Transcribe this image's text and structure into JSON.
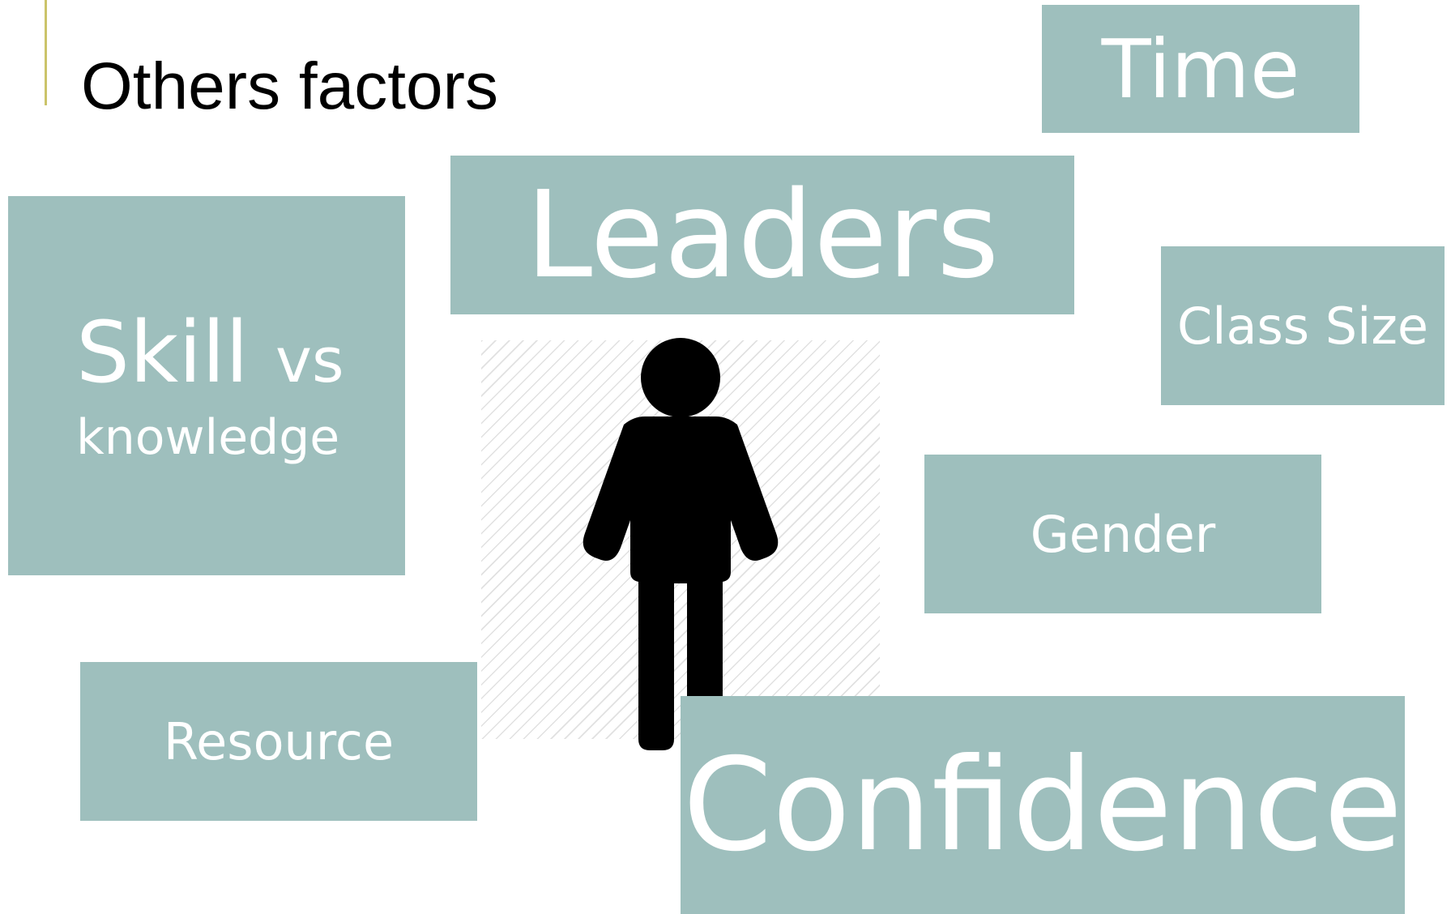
{
  "slide": {
    "title": "Others factors",
    "accent_color": "#cbc46a",
    "box_color": "#9ebfbd",
    "icon": "person-icon"
  },
  "factors": {
    "time": "Time",
    "leaders": "Leaders",
    "class_size": "Class Size",
    "skill_main": "Skill",
    "skill_vs": "vs",
    "skill_sub": "knowledge",
    "gender": "Gender",
    "resource": "Resource",
    "confidence": "Confidence"
  }
}
